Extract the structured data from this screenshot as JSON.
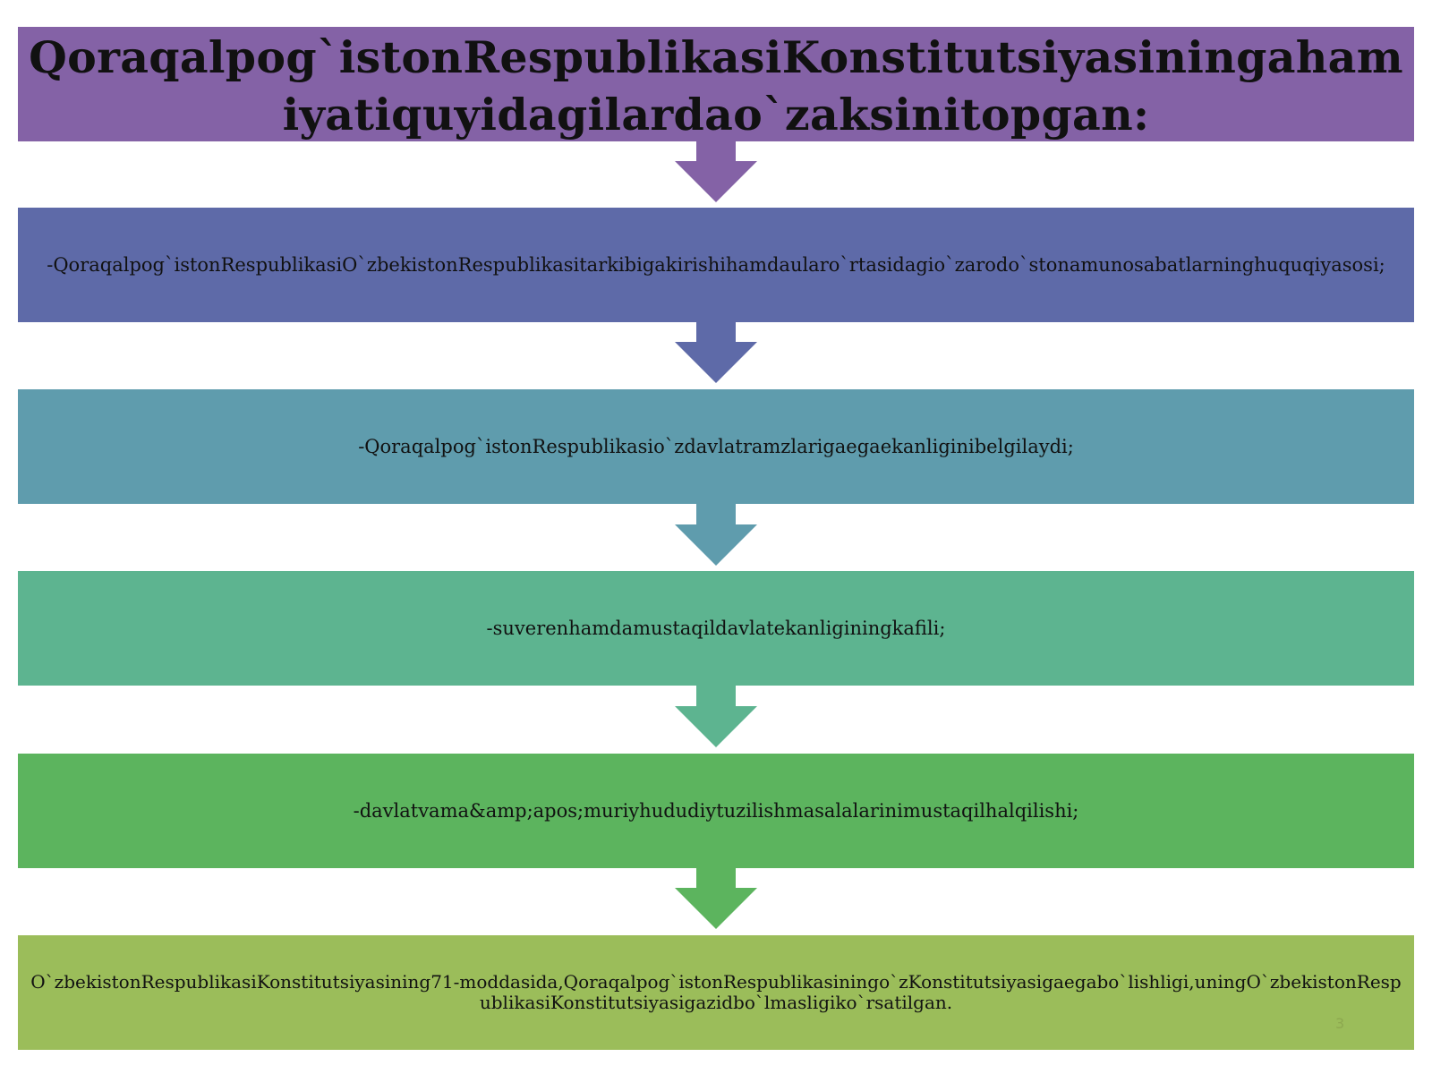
{
  "title": "Qoraqalpog`istonRespublikasiKonstitutsiyasiningahamiyatiquyidagilardao`zaksinitopgan:",
  "steps": [
    {
      "text": "-Qoraqalpog`istonRespublikasiO`zbekistonRespublikasitarkibigakirishihamdaularo`rtasidagio`zarodo`stonamunosabatlarninghuquqiyasosi;"
    },
    {
      "text": "-Qoraqalpog`istonRespublikasio`zdavlatramzlarigaegaekanliginibelgilaydi;"
    },
    {
      "text": "-suverenhamdamustaqildavlatekanliginingkafili;"
    },
    {
      "text": "-davlatvama&amp;apos;muriyhududiytuzilishmasalalarinimustaqilhalqilishi;"
    },
    {
      "text": "O`zbekistonRespublikasiKonstitutsiyasining71-moddasida,Qoraqalpog`istonRespublikasiningo`zKonstitutsiyasigaegabo`lishligi,uningO`zbekistonRespublikasiKonstitutsiyasigazidbo`lmasligiko`rsatilgan."
    }
  ],
  "page_number": "3",
  "colors": {
    "title_band": "#8462a6",
    "step_bands": [
      "#5e6aa8",
      "#5f9cad",
      "#5db490",
      "#5cb45e",
      "#9bbd5a"
    ],
    "arrows": [
      "#8462a6",
      "#5e6aa8",
      "#5f9cad",
      "#5db490",
      "#5cb45e"
    ],
    "text": "#111111"
  }
}
